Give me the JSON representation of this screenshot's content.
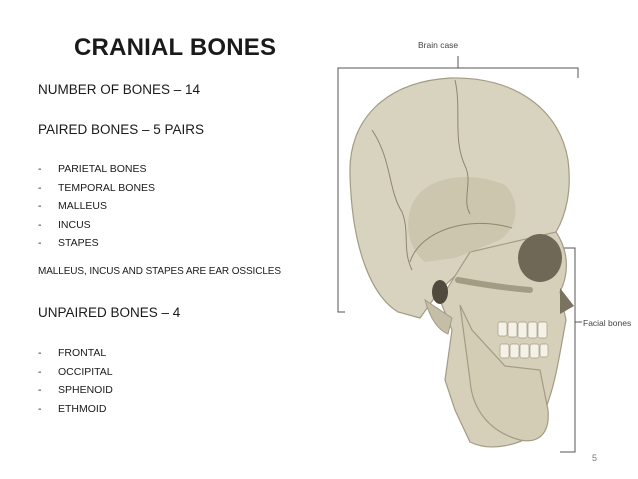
{
  "title": "CRANIAL BONES",
  "number_of_bones": "NUMBER OF BONES – 14",
  "paired": {
    "heading": "PAIRED BONES – 5 PAIRS",
    "items": [
      "PARIETAL BONES",
      "TEMPORAL BONES",
      "MALLEUS",
      "INCUS",
      "STAPES"
    ]
  },
  "ossicles_note": "MALLEUS, INCUS AND STAPES ARE EAR OSSICLES",
  "unpaired": {
    "heading": "UNPAIRED BONES – 4",
    "items": [
      "FRONTAL",
      "OCCIPITAL",
      "SPHENOID",
      "ETHMOID"
    ]
  },
  "bullet": "-",
  "figure": {
    "label_brain_case": "Brain case",
    "label_facial_bones": "Facial bones",
    "bone_color": "#d8d3bf",
    "shadow_color": "#b7b19b"
  },
  "page_number": "5"
}
